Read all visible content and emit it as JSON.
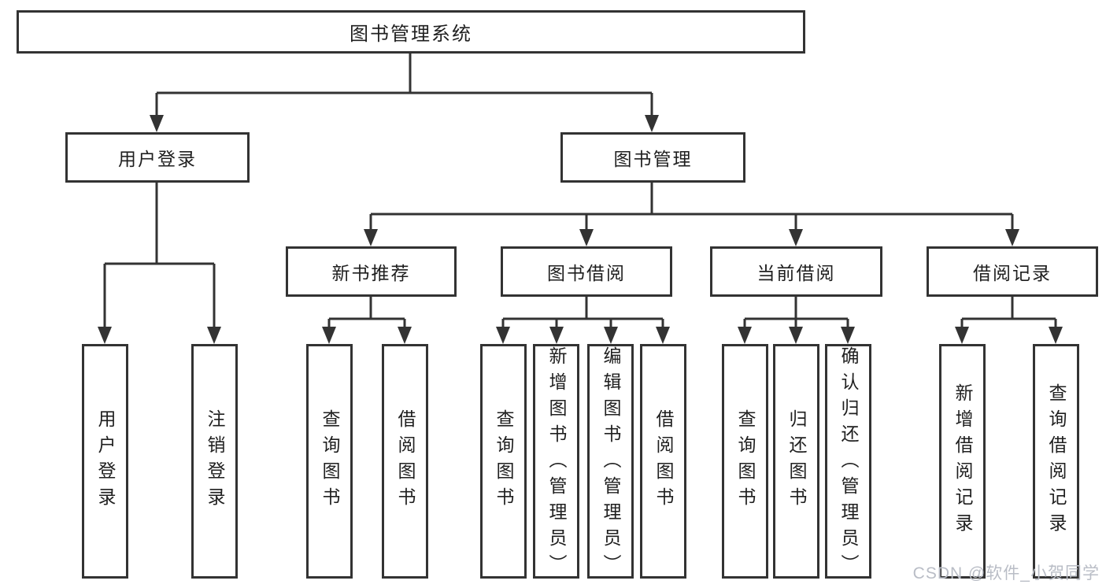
{
  "tree": {
    "root": {
      "label": "图书管理系统"
    },
    "branches": [
      {
        "label": "用户登录",
        "children": [
          {
            "label": "用户登录"
          },
          {
            "label": "注销登录"
          }
        ]
      },
      {
        "label": "图书管理",
        "children": [
          {
            "label": "新书推荐",
            "children": [
              {
                "label": "查询图书"
              },
              {
                "label": "借阅图书"
              }
            ]
          },
          {
            "label": "图书借阅",
            "children": [
              {
                "label": "查询图书"
              },
              {
                "label": "新增图书（管理员）"
              },
              {
                "label": "编辑图书（管理员）"
              },
              {
                "label": "借阅图书"
              }
            ]
          },
          {
            "label": "当前借阅",
            "children": [
              {
                "label": "查询图书"
              },
              {
                "label": "归还图书"
              },
              {
                "label": "确认归还（管理员）"
              }
            ]
          },
          {
            "label": "借阅记录",
            "children": [
              {
                "label": "新增借阅记录"
              },
              {
                "label": "查询借阅记录"
              }
            ]
          }
        ]
      }
    ]
  },
  "watermark": {
    "text": "CSDN @软件_小贺同学"
  },
  "colors": {
    "line": "#333333",
    "text": "#1f1f1f",
    "watermark": "#b9bdc6",
    "background": "#ffffff"
  }
}
